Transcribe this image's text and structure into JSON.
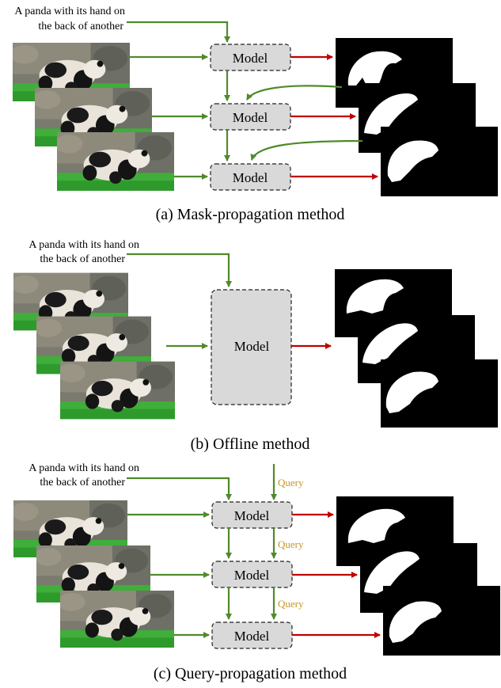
{
  "panel_a": {
    "text_line1": "A panda with its hand on",
    "text_line2": "the back of another",
    "model_labels": [
      "Model",
      "Model",
      "Model"
    ],
    "caption": "(a) Mask-propagation method"
  },
  "panel_b": {
    "text_line1": "A panda with its hand on",
    "text_line2": "the back of another",
    "model_label": "Model",
    "caption": "(b) Offline method"
  },
  "panel_c": {
    "text_line1": "A panda with its hand on",
    "text_line2": "the back of another",
    "model_labels": [
      "Model",
      "Model",
      "Model"
    ],
    "query_labels": [
      "Query",
      "Query",
      "Query"
    ],
    "caption": "(c) Query-propagation method"
  },
  "colors": {
    "text_arrow": "#4f8a2b",
    "mask_arrow": "#c00000",
    "query_text": "#c8961e",
    "model_fill": "#d9d9d9",
    "mask_bg": "#000000",
    "mask_fg": "#ffffff"
  }
}
